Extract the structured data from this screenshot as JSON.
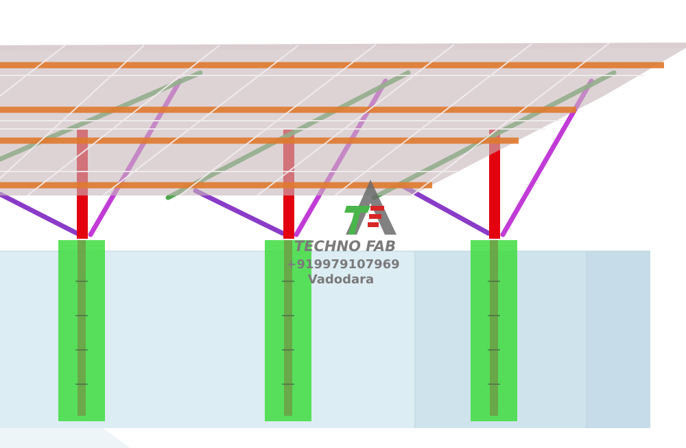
{
  "watermark": {
    "company": "TECHNO FAB",
    "phone": "+919979107969",
    "city": "Vadodara",
    "text_color": "#7a7a7a",
    "logo_colors": {
      "triangle": "#6b6b6b",
      "mark_green": "#49b54a",
      "mark_red": "#d72626"
    }
  },
  "structure": {
    "column_count": 3,
    "colors": {
      "column": "#e3000f",
      "rafter": "#2f9e2f",
      "purlin": "#e07a2e",
      "brace": "#b020c8",
      "footing": "#2fd22f",
      "panel": "#c9b9be",
      "ground": "#cfe6f0"
    }
  }
}
